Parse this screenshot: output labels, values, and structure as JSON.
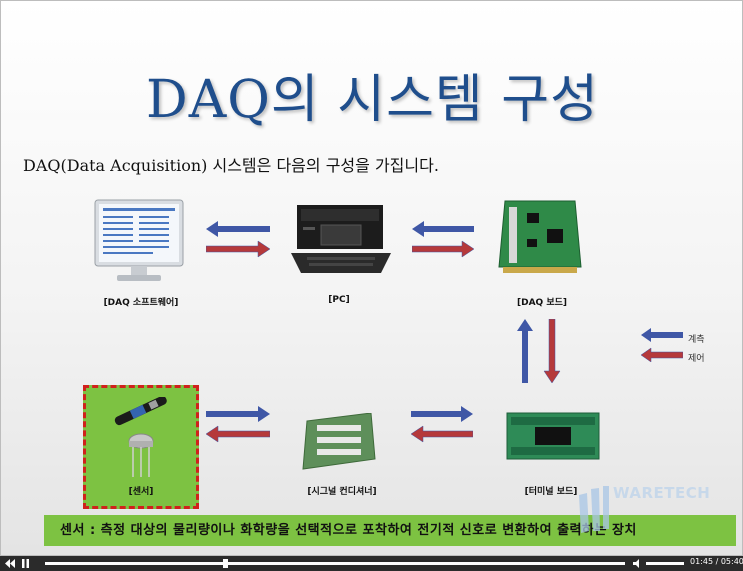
{
  "slide": {
    "title": "DAQ의 시스템 구성",
    "subtitle": "DAQ(Data Acquisition) 시스템은 다음의 구성을 가집니다.",
    "components": {
      "software": "[DAQ 소프트웨어]",
      "pc": "[PC]",
      "board": "[DAQ 보드]",
      "sensor": "[센서]",
      "conditioner": "[시그널 컨디셔너]",
      "terminal": "[터미널 보드]"
    },
    "legend": {
      "measure": "계측",
      "control": "제어"
    },
    "banner": "센서 : 측정 대상의 물리량이나 화학량을 선택적으로 포착하여 전기적 신호로 변환하여 출력하는 장치",
    "watermark": "WARETECH"
  },
  "player": {
    "time": "01:45 / 05:40",
    "progress": 0.31
  },
  "colors": {
    "blue_arrow": "#3f57a6",
    "red_arrow": "#b5393b",
    "green": "#7dc242",
    "title": "#1f4e8c"
  }
}
